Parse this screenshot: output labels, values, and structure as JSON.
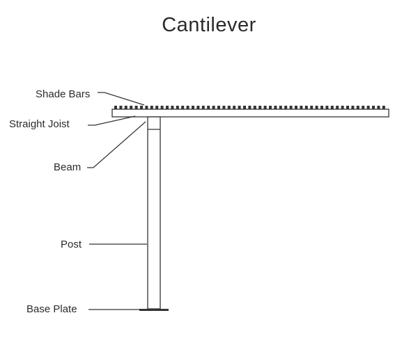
{
  "title": "Cantilever",
  "labels": {
    "shade_bars": "Shade Bars",
    "straight_joist": "Straight Joist",
    "beam": "Beam",
    "post": "Post",
    "base_plate": "Base Plate"
  },
  "colors": {
    "line": "#333333",
    "text": "#2b2b2b"
  }
}
